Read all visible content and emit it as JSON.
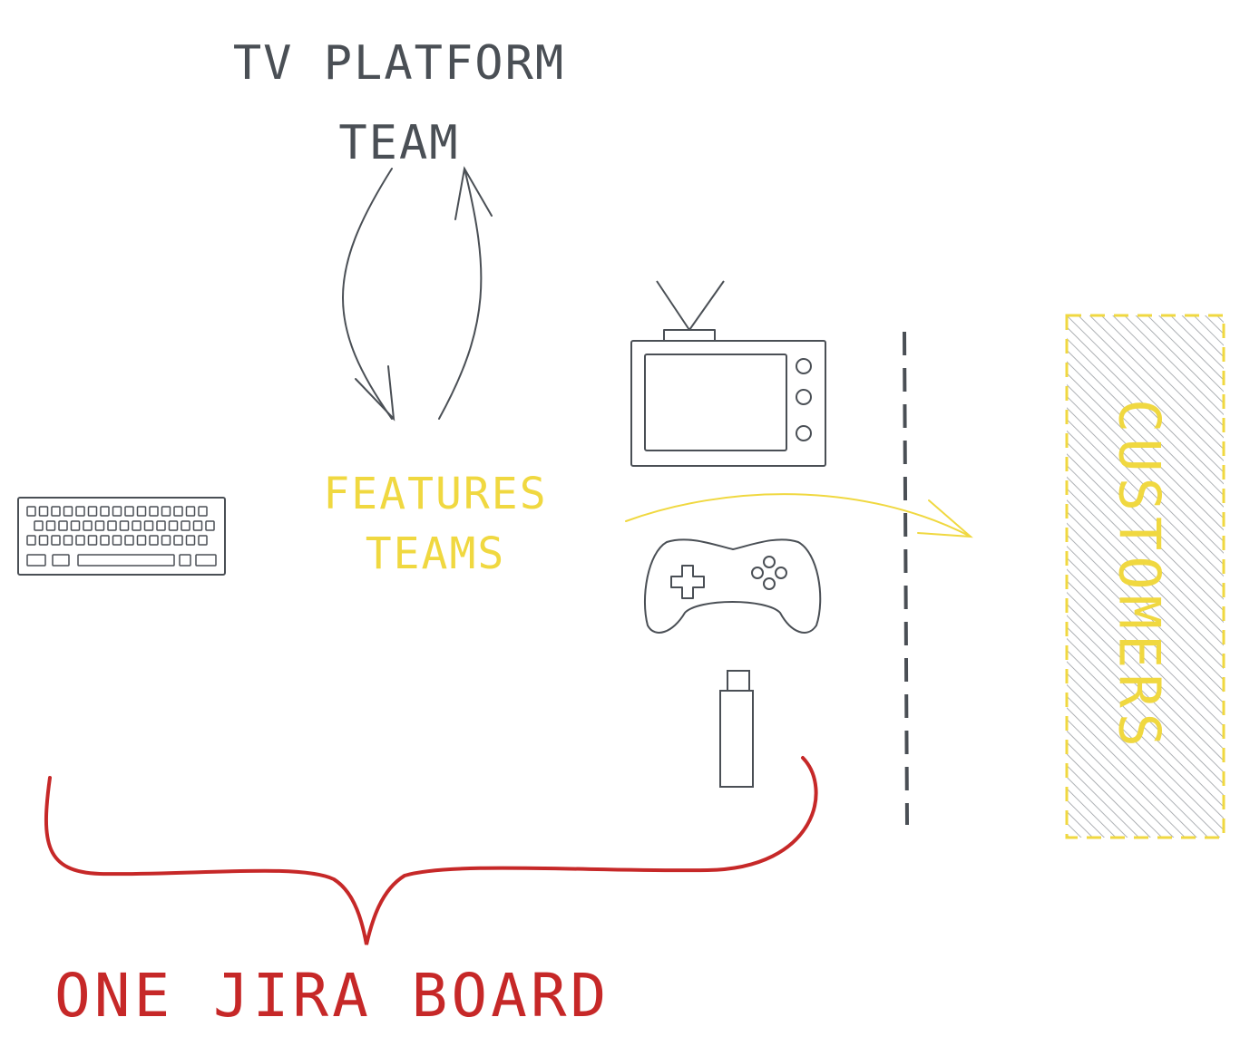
{
  "labels": {
    "platform_line1": "TV PLATFORM",
    "platform_line2": "TEAM",
    "features_line1": "FEATURES",
    "features_line2": "TEAMS",
    "jira": "ONE JIRA BOARD",
    "customers": "CUSTOMERS"
  },
  "icons": [
    "keyboard-icon",
    "tv-icon",
    "gamepad-icon",
    "streaming-stick-icon"
  ],
  "colors": {
    "ink": "#4a4f55",
    "features": "#f0d840",
    "jira": "#c62828",
    "customers_hatch": "#9a9ea3",
    "customers_border": "#f0d840"
  }
}
